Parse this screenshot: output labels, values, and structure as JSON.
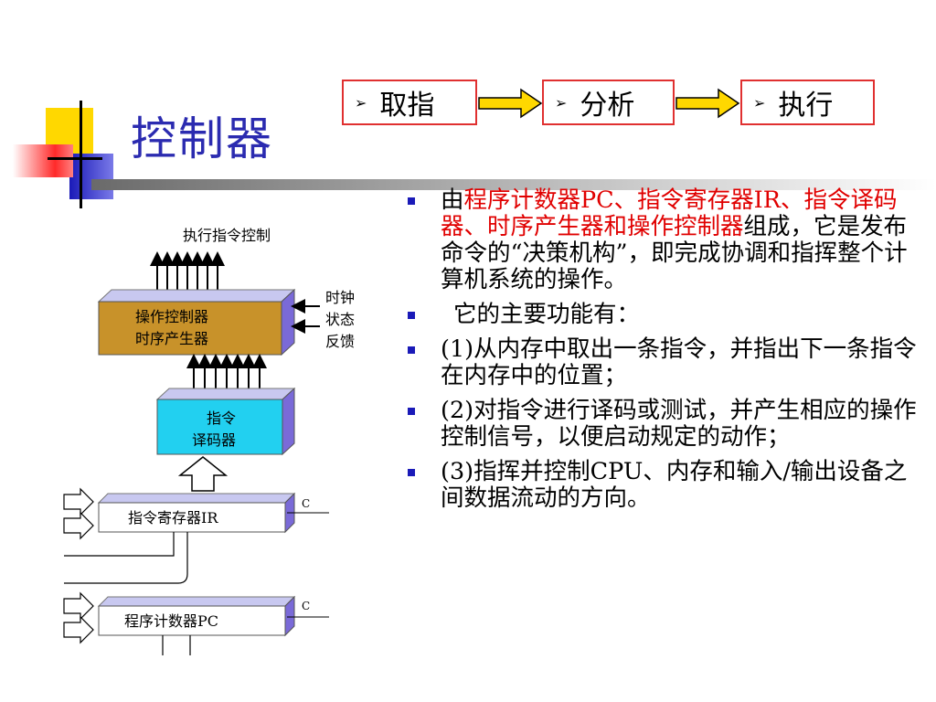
{
  "title": "控制器",
  "flow": [
    {
      "label": "取指",
      "marker": "➢"
    },
    {
      "label": "分析",
      "marker": "➢"
    },
    {
      "label": "执行",
      "marker": "➢"
    }
  ],
  "bullets": {
    "b1": {
      "pre": "由",
      "red": "程序计数器PC、指令寄存器IR、指令译码器、时序产生器和操作控制器",
      "post": "组成，它是发布命令的“决策机构”，即完成协调和指挥整个计算机系统的操作。"
    },
    "b2": "它的主要功能有：",
    "b3": "(1)从内存中取出一条指令，并指出下一条指令在内存中的位置；",
    "b4": "(2)对指令进行译码或测试，并产生相应的操作控制信号，以便启动规定的动作；",
    "b5": "(3)指挥并控制CPU、内存和输入/输出设备之间数据流动的方向。"
  },
  "diagram": {
    "top_label": "执行指令控制",
    "ctrl_line1": "操作控制器",
    "ctrl_line2": "时序产生器",
    "in1": "时钟",
    "in2": "状态",
    "in3": "反馈",
    "decoder_line1": "指令",
    "decoder_line2": "译码器",
    "ir_label": "指令寄存器IR",
    "pc_label": "程序计数器PC",
    "c1": "C",
    "c2": "C",
    "colors": {
      "ctrl": "#c8922a",
      "decoder": "#22d0f0",
      "side": "#7a6ad8",
      "top": "#c8c8f0"
    }
  }
}
